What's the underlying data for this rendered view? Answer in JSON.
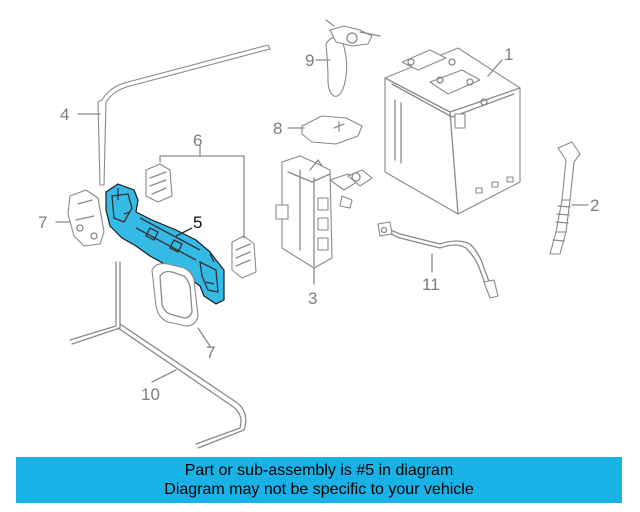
{
  "diagram": {
    "highlighted_part": "5",
    "highlight_color": "#35b9e5",
    "line_color": "#8a8a8a",
    "callouts": {
      "c1": "1",
      "c2": "2",
      "c3": "3",
      "c4": "4",
      "c5": "5",
      "c6": "6",
      "c7a": "7",
      "c7b": "7",
      "c8": "8",
      "c9": "9",
      "c10": "10",
      "c11": "11"
    }
  },
  "banner": {
    "line1": "Part or sub-assembly is #5 in diagram",
    "line2": "Diagram may not be specific to your vehicle",
    "background": "#19b2e6"
  }
}
